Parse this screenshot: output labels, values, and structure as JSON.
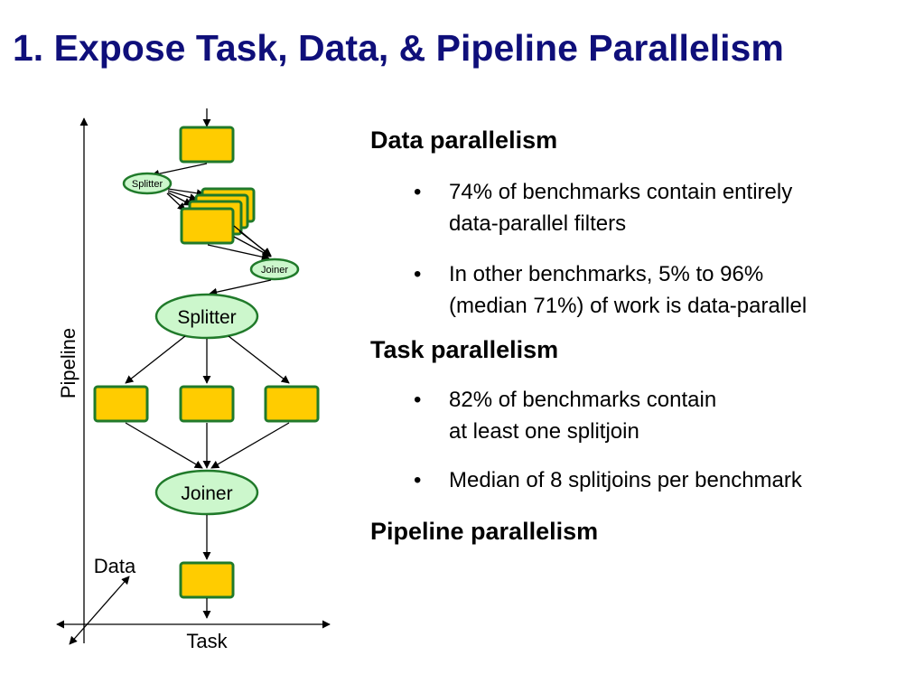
{
  "title": "1. Expose Task, Data, & Pipeline Parallelism",
  "diagram": {
    "small_splitter": "Splitter",
    "small_joiner": "Joiner",
    "splitter": "Splitter",
    "joiner": "Joiner",
    "axis_pipeline": "Pipeline",
    "axis_data": "Data",
    "axis_task": "Task"
  },
  "bullets": {
    "data_heading": "Data parallelism",
    "data_items": [
      "74% of benchmarks contain entirely\ndata-parallel filters",
      "In other benchmarks, 5% to 96%\n(median 71%) of work is data-parallel"
    ],
    "task_heading": "Task parallelism",
    "task_items": [
      "82% of benchmarks contain\nat least one splitjoin",
      "Median of 8 splitjoins per benchmark"
    ],
    "pipeline_heading": "Pipeline parallelism",
    "bullet_char": "•"
  },
  "colors": {
    "title": "#0f0f7a",
    "filter_fill": "#ffcc00",
    "filter_stroke": "#207a2a",
    "node_fill": "#ccf7cc"
  }
}
